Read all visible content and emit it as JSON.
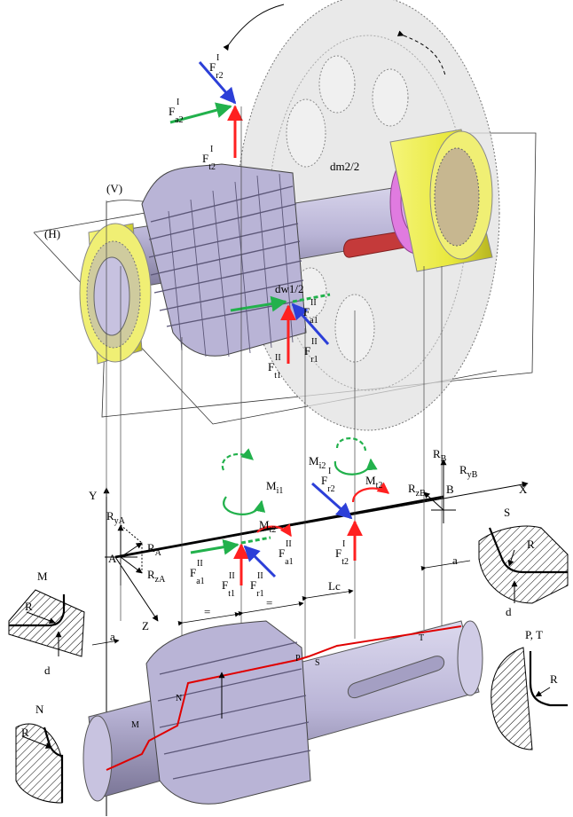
{
  "colors": {
    "bearing": "#e8e83c",
    "bearing_dark": "#b7b520",
    "shaft": "#b9b4d6",
    "shaft_dark": "#6f6a8f",
    "gear_disk": "#e2e2e2",
    "force_red": "#ff2020",
    "force_blue": "#2c3fd8",
    "force_green": "#22b14c",
    "seal_pink": "#e07be0",
    "key_red": "#c43a3a"
  },
  "labels": {
    "plane_v": "(V)",
    "plane_h": "(H)",
    "gear_radius": "dm2/2",
    "pinion_radius": "dw1/2",
    "fr2_top": {
      "main": "F",
      "sup": "I",
      "sub": "r2"
    },
    "fa2_top": {
      "main": "F",
      "sup": "I",
      "sub": "a2"
    },
    "ft2_top": {
      "main": "F",
      "sup": "I",
      "sub": "t2"
    },
    "fa1_gear": {
      "main": "F",
      "sup": "II",
      "sub": "a1"
    },
    "ft1_gear": {
      "main": "F",
      "sup": "II",
      "sub": "t1"
    },
    "fr1_gear": {
      "main": "F",
      "sup": "II",
      "sub": "r1"
    },
    "axis_x": "X",
    "axis_y": "Y",
    "axis_z": "Z",
    "point_a": "A",
    "point_b": "B",
    "ry_a": {
      "main": "R",
      "sub": "yA"
    },
    "r_a": {
      "main": "R",
      "sub": "A"
    },
    "rz_a": {
      "main": "R",
      "sub": "zA"
    },
    "r_b": {
      "main": "R",
      "sub": "B"
    },
    "ry_b": {
      "main": "R",
      "sub": "yB"
    },
    "rz_b": {
      "main": "R",
      "sub": "zB"
    },
    "mi1": {
      "main": "M",
      "sub": "i1"
    },
    "mt2_a": {
      "main": "M",
      "sub": "t2"
    },
    "mi2": {
      "main": "M",
      "sub": "i2"
    },
    "mt2_b": {
      "main": "M",
      "sub": "t2"
    },
    "fr2_beam": {
      "main": "F",
      "sup": "I",
      "sub": "r2"
    },
    "ft2_beam": {
      "main": "F",
      "sup": "I",
      "sub": "t2"
    },
    "fa1_beam": {
      "main": "F",
      "sup": "II",
      "sub": "a1"
    },
    "ft1_beam": {
      "main": "F",
      "sup": "II",
      "sub": "t1"
    },
    "fr1_beam": {
      "main": "F",
      "sup": "II",
      "sub": "r1"
    },
    "fa1_beam2": {
      "main": "F",
      "sup": "II",
      "sub": "a1"
    },
    "dim_lc": "Lc",
    "dim_a_left": "a",
    "dim_a_right": "a",
    "dim_eq1": "=",
    "dim_eq2": "=",
    "detail_m": "M",
    "detail_n": "N",
    "detail_s": "S",
    "detail_pt": "P, T",
    "r_label": "R",
    "d_label": "d",
    "shaft_pts": {
      "m": "M",
      "n": "N",
      "p": "P",
      "s": "S",
      "t": "T"
    }
  }
}
